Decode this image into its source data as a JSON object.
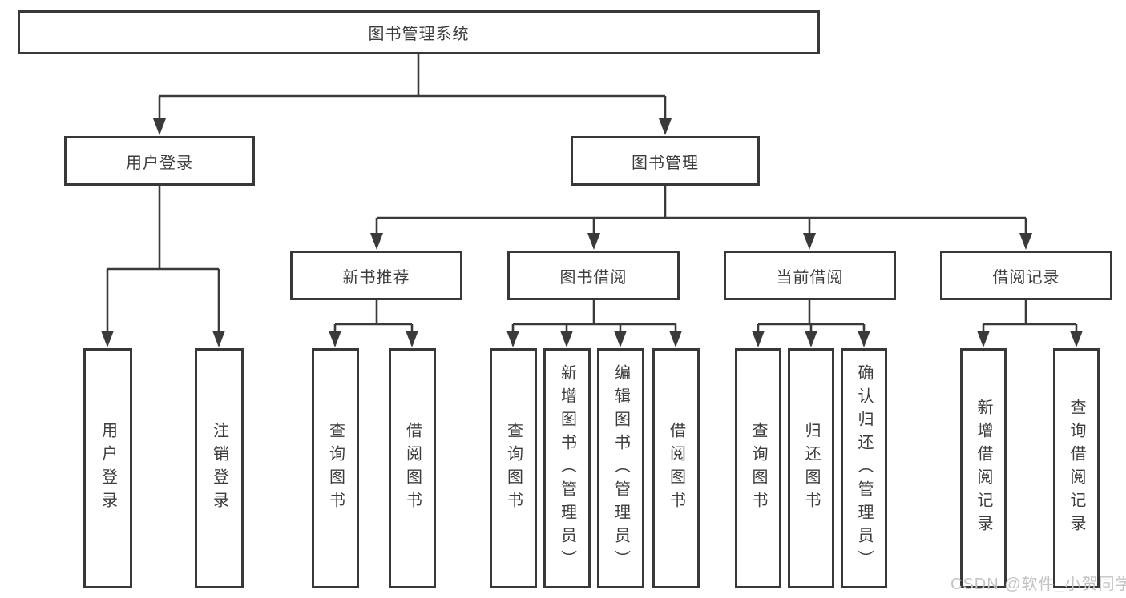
{
  "diagram": {
    "root": {
      "label": "图书管理系统"
    },
    "level2": [
      {
        "label": "用户登录"
      },
      {
        "label": "图书管理"
      }
    ],
    "level3": [
      {
        "label": "新书推荐"
      },
      {
        "label": "图书借阅"
      },
      {
        "label": "当前借阅"
      },
      {
        "label": "借阅记录"
      }
    ],
    "leaves": {
      "user_login": [
        "用户登录",
        "注销登录"
      ],
      "new_books": [
        "查询图书",
        "借阅图书"
      ],
      "book_borrow": [
        "查询图书",
        "新增图书（管理员）",
        "编辑图书（管理员）",
        "借阅图书"
      ],
      "current_borrow": [
        "查询图书",
        "归还图书",
        "确认归还（管理员）"
      ],
      "borrow_records": [
        "新增借阅记录",
        "查询借阅记录"
      ]
    }
  },
  "watermark": {
    "text": "CSDN @软件_小贺同学"
  },
  "colors": {
    "line": "#3a3a3a",
    "border": "#383838",
    "text": "#3d3d3d",
    "background": "#ffffff",
    "watermark": "#c4c4c4"
  }
}
